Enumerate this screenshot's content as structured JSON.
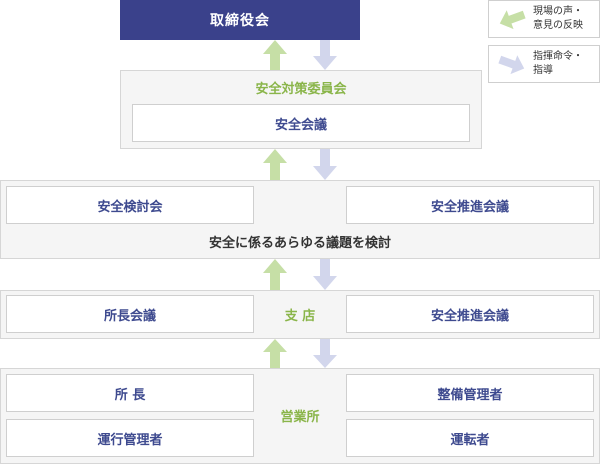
{
  "top": {
    "label": "取締役会"
  },
  "committee": {
    "title": "安全対策委員会",
    "meeting": "安全会議"
  },
  "safety_review": {
    "left": "安全検討会",
    "right": "安全推進会議",
    "caption": "安全に係るあらゆる議題を検討"
  },
  "branch": {
    "title": "支 店",
    "left": "所長会議",
    "right": "安全推進会議"
  },
  "office": {
    "title": "営業所",
    "left_top": "所 長",
    "left_bottom": "運行管理者",
    "right_top": "整備管理者",
    "right_bottom": "運転者"
  },
  "legend": {
    "feedback": {
      "line1": "現場の声・",
      "line2": "意見の反映",
      "color": "#c6dfa6",
      "icon": "arrow-up-left-icon"
    },
    "directive": {
      "line1": "指揮命令・",
      "line2": "指導",
      "color": "#d2d6ec",
      "icon": "arrow-down-right-icon"
    }
  },
  "colors": {
    "top_bg": "#3a418b",
    "box_text": "#3e4a8f",
    "green_text": "#8ab54a",
    "up_arrow": "#c6dfa6",
    "down_arrow": "#d2d6ec"
  }
}
